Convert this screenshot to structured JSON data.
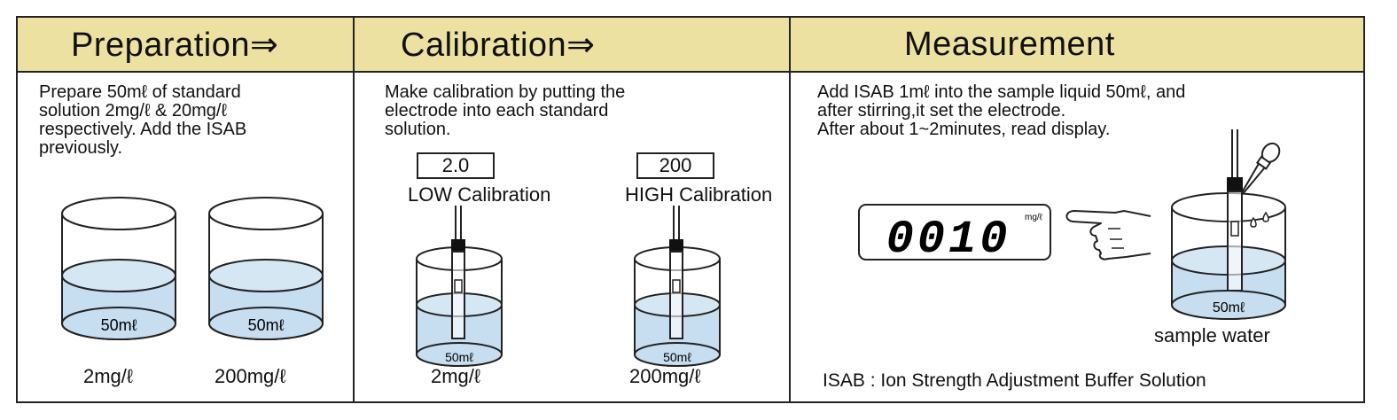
{
  "preparation": {
    "title": "Preparation⇒",
    "text": "Prepare 50mℓ of standard\nsolution 2mg/ℓ & 20mg/ℓ\nrespectively. Add the ISAB\npreviously.",
    "beakers": [
      {
        "volume": "50mℓ",
        "label": "2mg/ℓ"
      },
      {
        "volume": "50mℓ",
        "label": "200mg/ℓ"
      }
    ]
  },
  "calibration": {
    "title": "Calibration⇒",
    "text": "Make calibration by putting the\nelectrode into each standard\nsolution.",
    "low": {
      "value": "2.0",
      "label": "LOW Calibration",
      "volume": "50mℓ",
      "conc": "2mg/ℓ"
    },
    "high": {
      "value": "200",
      "label": "HIGH Calibration",
      "volume": "50mℓ",
      "conc": "200mg/ℓ"
    }
  },
  "measurement": {
    "title": "Measurement",
    "text": "Add ISAB 1mℓ into the sample liquid 50mℓ, and\nafter stirring,it set the electrode.\nAfter about 1~2minutes, read display.",
    "display_value": "0010",
    "display_unit": "mg/ℓ",
    "volume": "50mℓ",
    "sample_label": "sample water",
    "note": "ISAB : Ion Strength Adjustment Buffer Solution"
  },
  "colors": {
    "header": "#ece1a0",
    "liquid": "#c7def0",
    "line": "#222222"
  }
}
